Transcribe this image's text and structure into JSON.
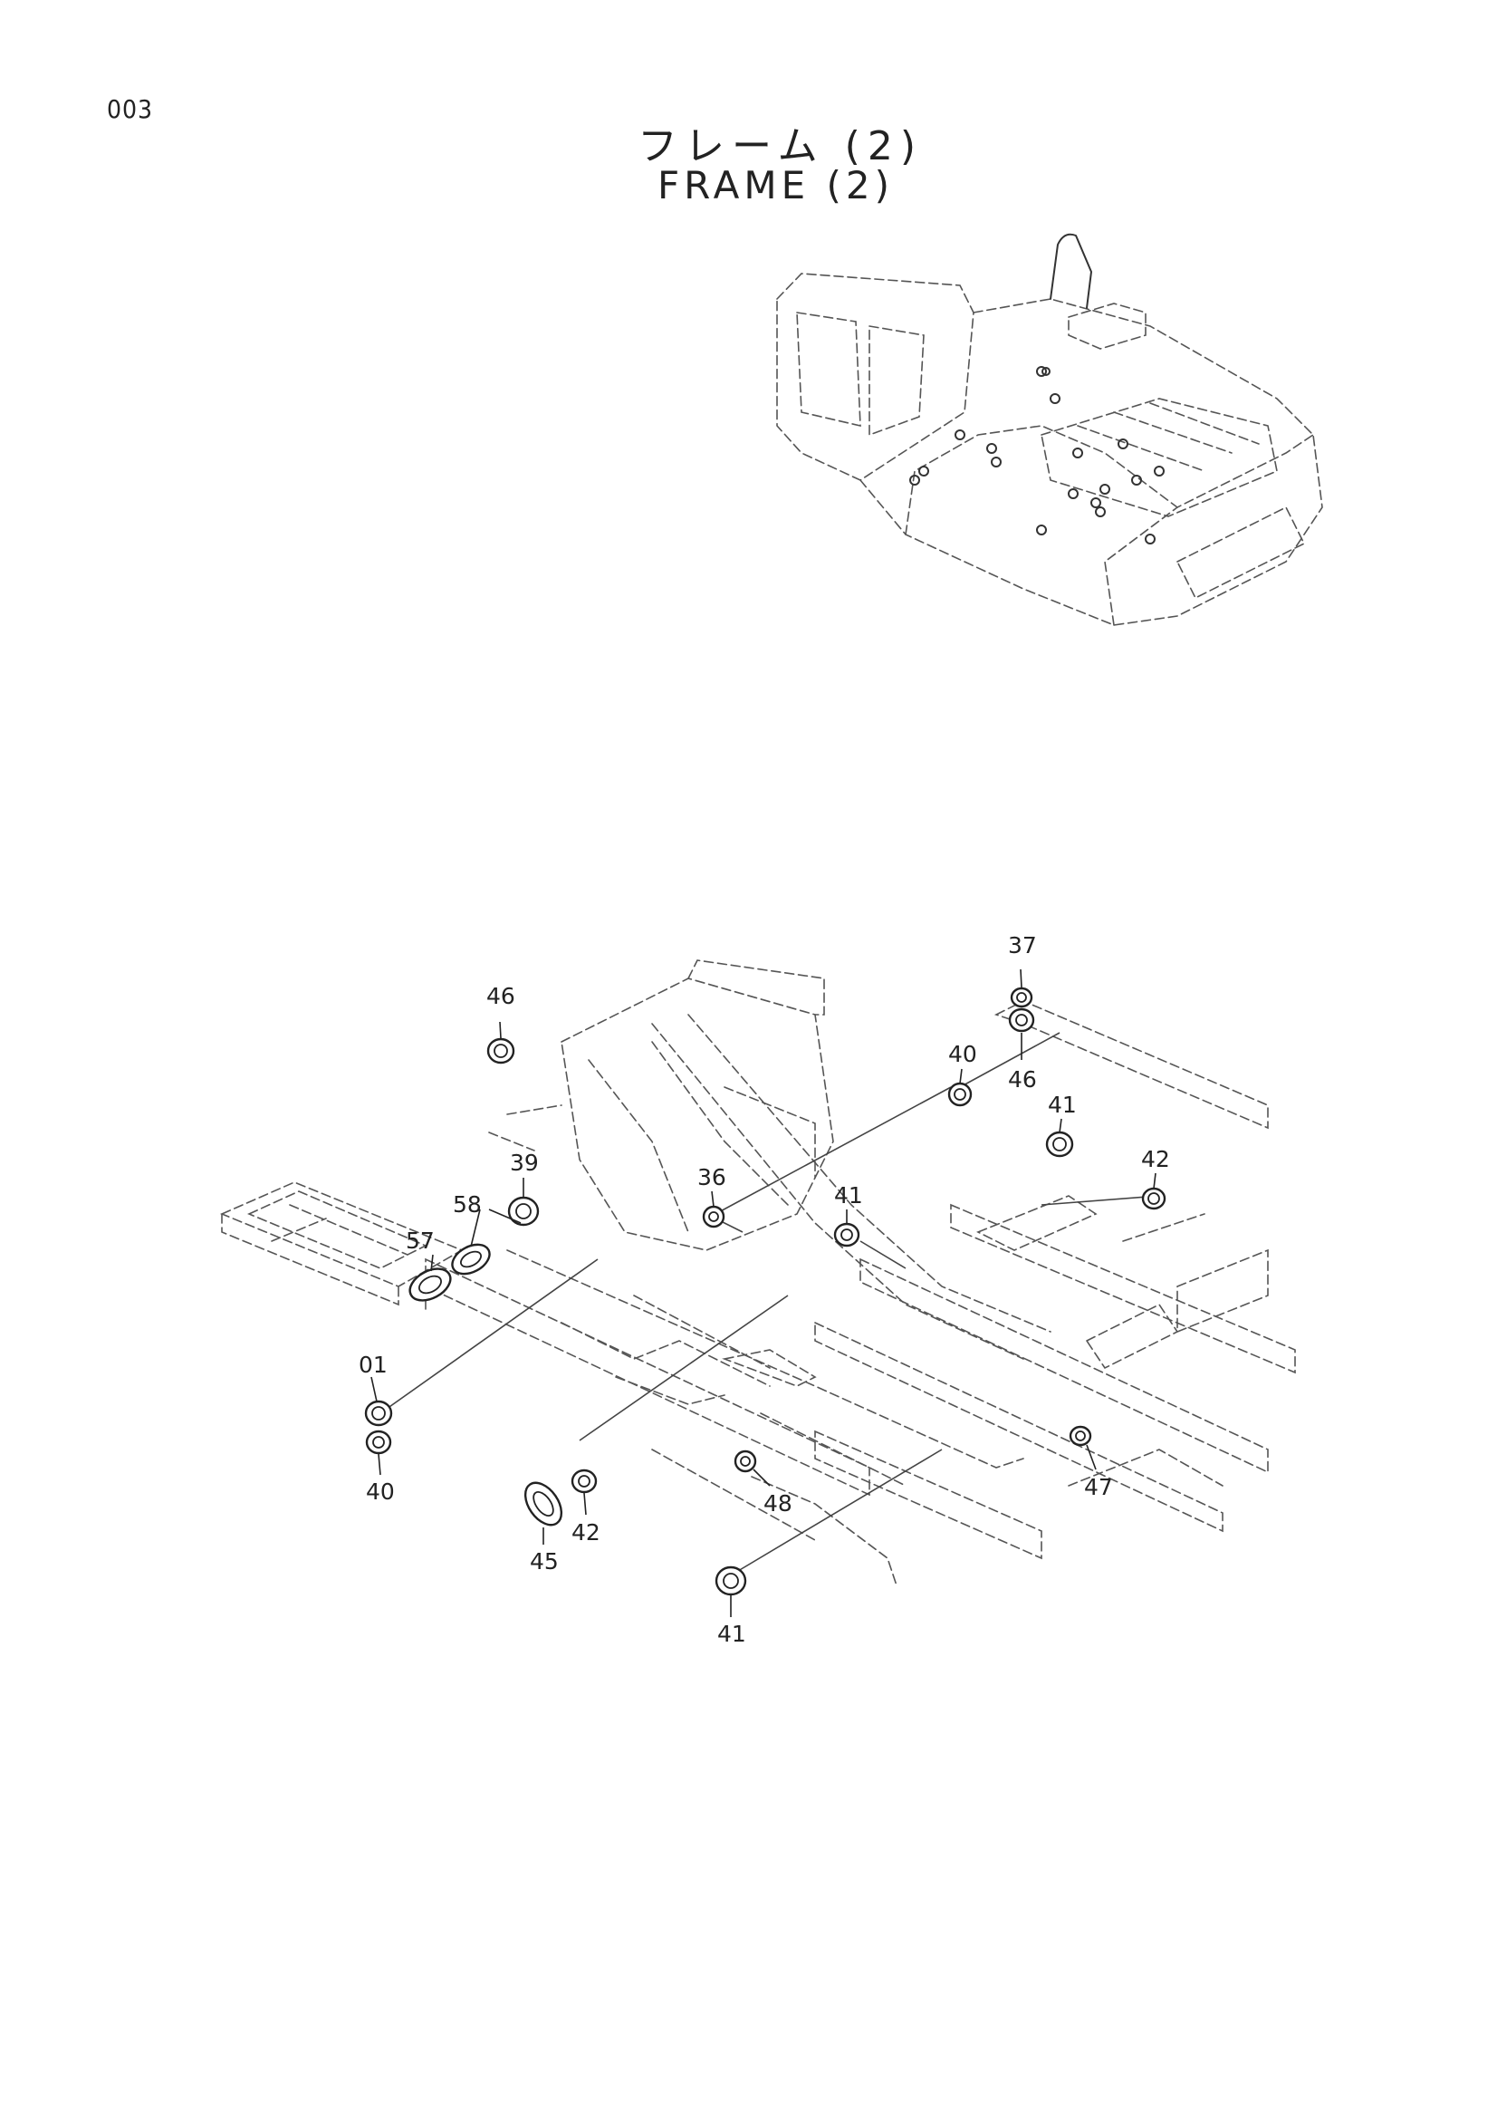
{
  "page": {
    "number": "003",
    "title_jp": "フレーム (2)",
    "title_en": "FRAME (2)"
  },
  "callouts": [
    {
      "id": "c37",
      "label": "37"
    },
    {
      "id": "c46a",
      "label": "46"
    },
    {
      "id": "c46b",
      "label": "46"
    },
    {
      "id": "c40a",
      "label": "40"
    },
    {
      "id": "c41a",
      "label": "41"
    },
    {
      "id": "c42a",
      "label": "42"
    },
    {
      "id": "c39",
      "label": "39"
    },
    {
      "id": "c36",
      "label": "36"
    },
    {
      "id": "c41b",
      "label": "41"
    },
    {
      "id": "c58",
      "label": "58"
    },
    {
      "id": "c57",
      "label": "57"
    },
    {
      "id": "c01",
      "label": "01"
    },
    {
      "id": "c40b",
      "label": "40"
    },
    {
      "id": "c45",
      "label": "45"
    },
    {
      "id": "c42b",
      "label": "42"
    },
    {
      "id": "c48",
      "label": "48"
    },
    {
      "id": "c47",
      "label": "47"
    },
    {
      "id": "c41c",
      "label": "41"
    }
  ]
}
